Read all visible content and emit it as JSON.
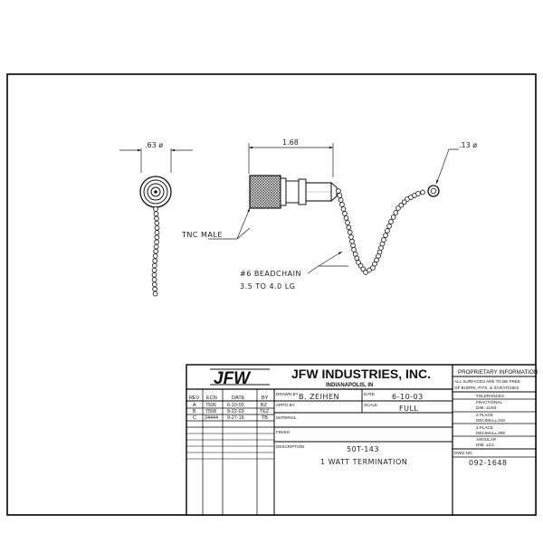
{
  "dimensions": {
    "end_view_diameter": ".63 ø",
    "body_length": "1.68",
    "ring_diameter": ".13 ø"
  },
  "notes": {
    "connector": "TNC MALE",
    "chain_line1": "#6 BEADCHAIN",
    "chain_line2": "3.5 TO 4.0 LG"
  },
  "title_block": {
    "logo_text": "JFW",
    "company": "JFW INDUSTRIES, INC.",
    "city": "INDIANAPOLIS, IN",
    "drawn_by_label": "DRAWN BY",
    "drawn_by": "B. ZEIHEN",
    "date_label": "DATE",
    "date": "6-10-03",
    "appd_by_label": "APP'D BY",
    "scale_label": "SCALE",
    "scale": "FULL",
    "material_label": "MATERIAL",
    "finish_label": "FINISH",
    "description_label": "DESCRIPTION",
    "description_line1": "50T-143",
    "description_line2": "1 WATT TERMINATION",
    "dwg_no_label": "DWG NO.",
    "dwg_no": "092-1648"
  },
  "revisions": {
    "headers": [
      "REV",
      "ECN",
      "DATE",
      "BY"
    ],
    "rows": [
      {
        "rev": "A",
        "ecn": "7506",
        "date": "6-10-03",
        "by": "BZ"
      },
      {
        "rev": "B",
        "ecn": "7558",
        "date": "9-22-03",
        "by": "TEZ"
      },
      {
        "rev": "C",
        "ecn": "24444",
        "date": "9-27-16",
        "by": "TB"
      }
    ]
  },
  "proprietary": {
    "title": "PROPRIETARY INFORMATION",
    "line1": "ALL SURFACES ARE TO BE FREE",
    "line2": "OF BURRS, PITS, & SCRATCHES"
  },
  "tolerances": {
    "title": "TOLERANCES",
    "fractional_label": "FRACTIONAL",
    "fractional_value": "DIM. ±1/64",
    "two_place_label": "2 PLACE",
    "two_place_value": "DECIMAL±.010",
    "three_place_label": "3 PLACE",
    "three_place_value": "DECIMAL±.005",
    "angular_label": "ANGULAR",
    "angular_value": "DIM. ±1/2"
  }
}
